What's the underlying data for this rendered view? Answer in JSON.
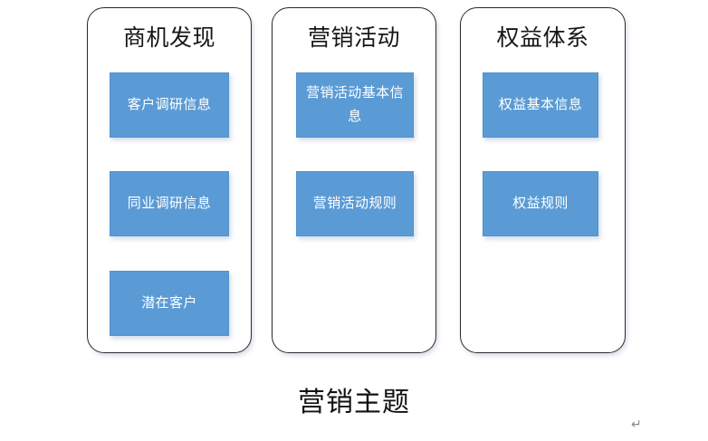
{
  "document": {
    "caption": "营销主题",
    "return_mark": "↵",
    "background_color": "#ffffff",
    "accent_color": "#5b9bd5",
    "border_color": "#2b2b2b",
    "box_text_color": "#ffffff"
  },
  "groups": [
    {
      "title": "商机发现",
      "items": [
        {
          "label": "客户调研信息"
        },
        {
          "label": "同业调研信息"
        },
        {
          "label": "潜在客户"
        }
      ]
    },
    {
      "title": "营销活动",
      "items": [
        {
          "label": "营销活动基本信息"
        },
        {
          "label": "营销活动规则"
        }
      ]
    },
    {
      "title": "权益体系",
      "items": [
        {
          "label": "权益基本信息"
        },
        {
          "label": "权益规则"
        }
      ]
    }
  ]
}
